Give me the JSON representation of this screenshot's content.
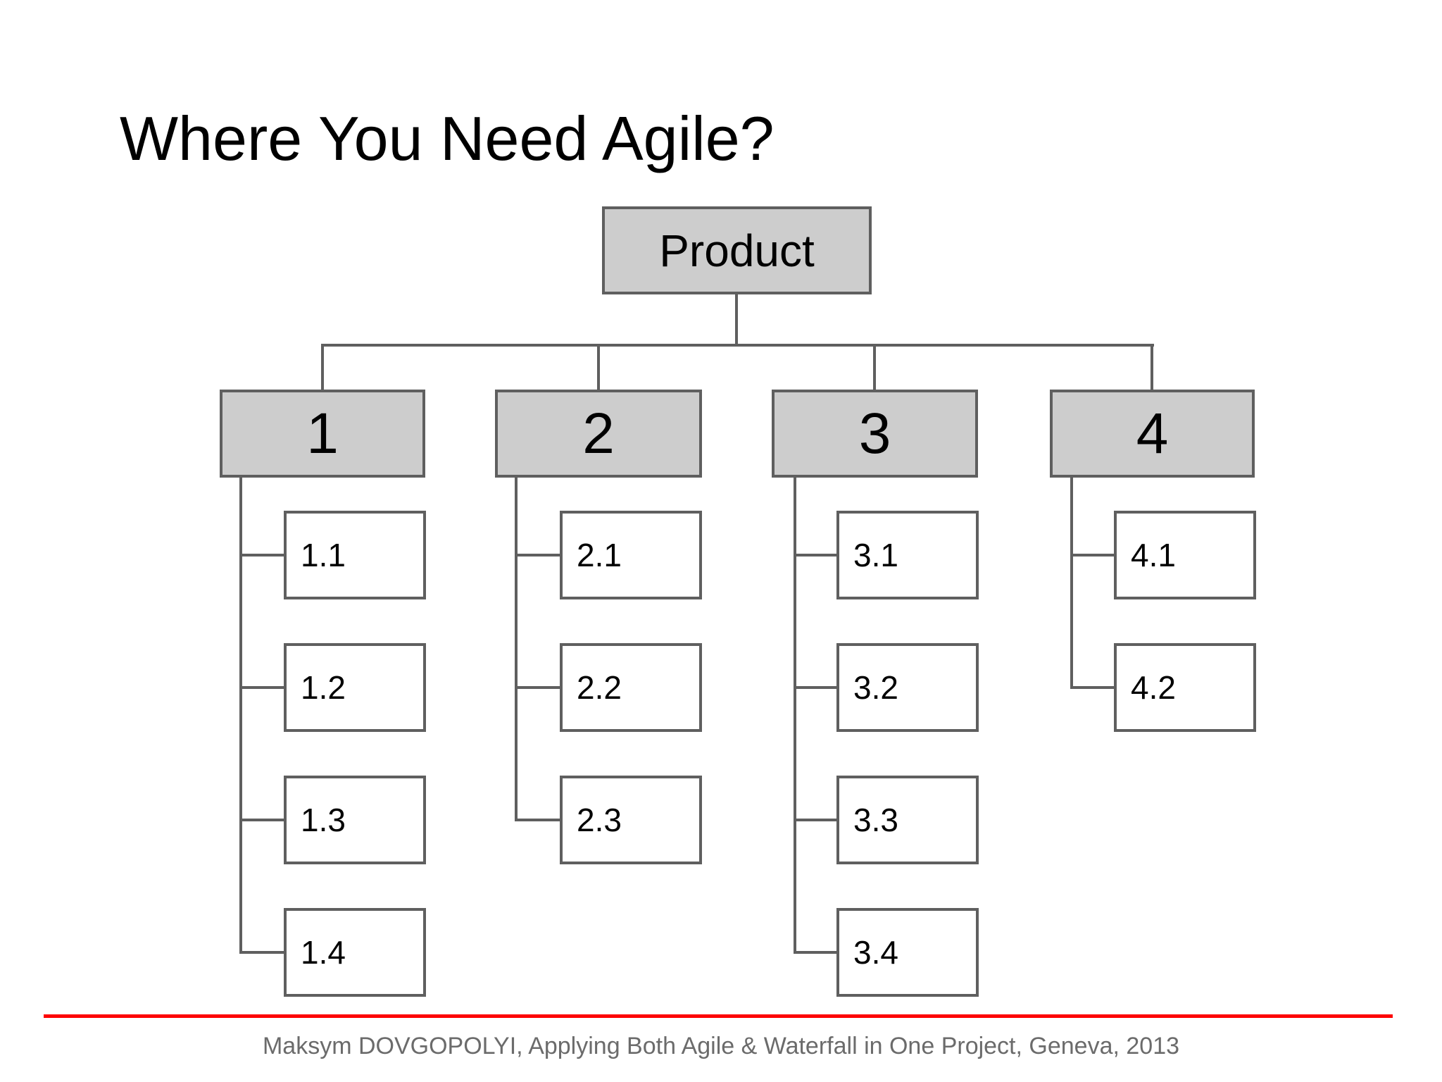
{
  "slide": {
    "title": "Where You Need Agile?",
    "footer": "Maksym DOVGOPOLYI, Applying Both Agile & Waterfall in One Project, Geneva, 2013"
  },
  "colors": {
    "node_fill": "#cdcdcd",
    "node_border": "#5f5f5f",
    "leaf_fill": "#ffffff",
    "connector": "#5f5f5f",
    "divider_red": "#fe0000",
    "footer_gray": "#6b6b6b"
  },
  "tree": {
    "root": {
      "label": "Product"
    },
    "branches": [
      {
        "label": "1",
        "children": [
          {
            "label": "1.1"
          },
          {
            "label": "1.2"
          },
          {
            "label": "1.3"
          },
          {
            "label": "1.4"
          }
        ]
      },
      {
        "label": "2",
        "children": [
          {
            "label": "2.1"
          },
          {
            "label": "2.2"
          },
          {
            "label": "2.3"
          }
        ]
      },
      {
        "label": "3",
        "children": [
          {
            "label": "3.1"
          },
          {
            "label": "3.2"
          },
          {
            "label": "3.3"
          },
          {
            "label": "3.4"
          }
        ]
      },
      {
        "label": "4",
        "children": [
          {
            "label": "4.1"
          },
          {
            "label": "4.2"
          }
        ]
      }
    ]
  }
}
